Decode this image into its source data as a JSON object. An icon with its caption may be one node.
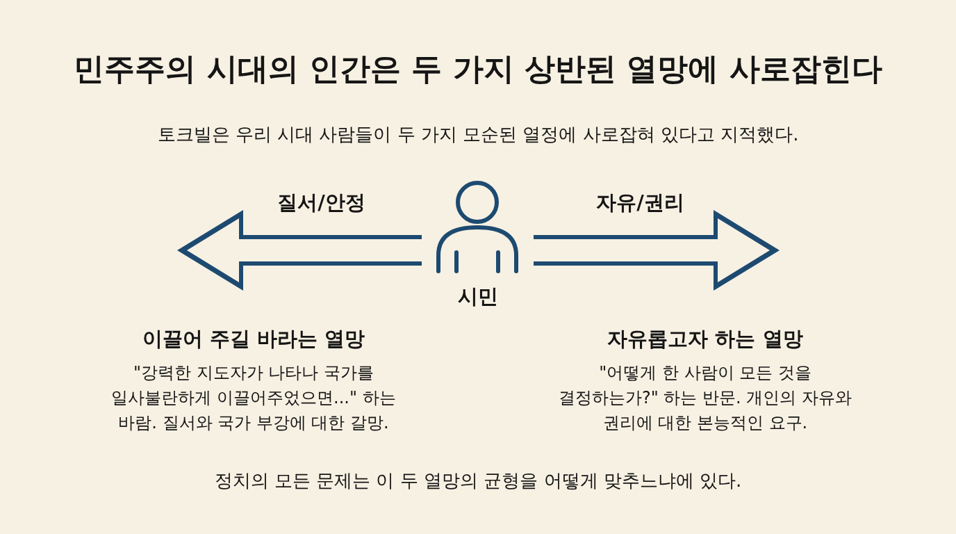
{
  "diagram": {
    "title": "민주주의 시대의 인간은 두 가지 상반된 열망에 사로잡힌다",
    "nodes": [
      {
        "text": [],
        "shape": "person",
        "beside": [
          "시민"
        ]
      },
      {
        "text": [
          "이끌어 주길 바라는 열망",
          "\"강력한 지도자가 나타나 국가를 일사불란하게 이끌어주었으면...\" 하는 바람. 질서와 국가 부강에 대한 갈망."
        ]
      },
      {
        "text": [
          "자유롭고자 하는 열망",
          "\"어떻게 한 사람이 모든 것을 결정하는가?\" 하는 반문. 개인의 자유와 권리에 대한 본능적인 요구."
        ]
      }
    ],
    "edges": [
      {
        "from": 0,
        "to": 1,
        "arrow": "to",
        "label": "질서/안정"
      },
      {
        "from": 0,
        "to": 2,
        "arrow": "to",
        "label": "자유/권리"
      }
    ],
    "labels": [
      "토크빌은 우리 시대 사람들이 두 가지 모순된 열정에 사로잡혀 있다고 지적했다.",
      "정치의 모든 문제는 이 두 열망의 균형을 어떻게 맞추느냐에 있다."
    ]
  }
}
